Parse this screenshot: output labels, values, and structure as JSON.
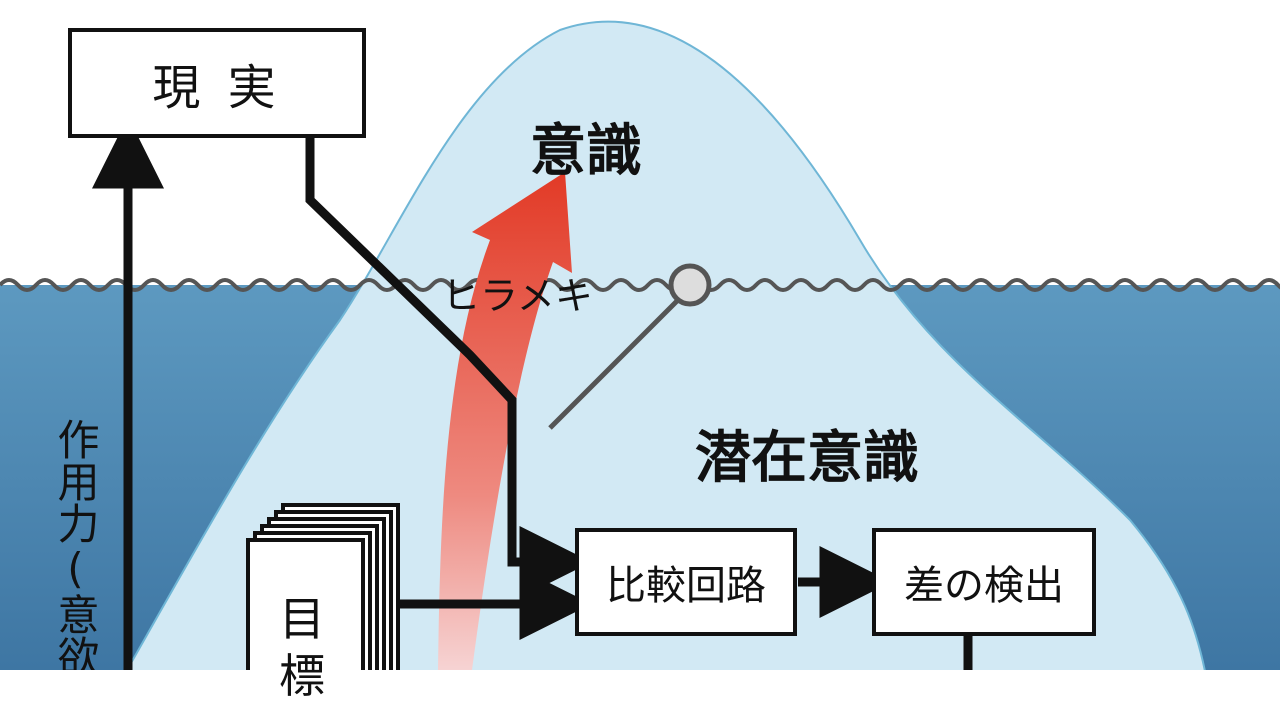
{
  "diagram": {
    "reality_label": "現 実",
    "consciousness_label": "意識",
    "subconscious_label": "潜在意識",
    "inspiration_label": "ヒラメキ",
    "comparison_circuit_label": "比較回路",
    "difference_detection_label": "差の検出",
    "goal_label_line1": "目",
    "goal_label_line2": "標",
    "force_label": "作用力(意欲"
  },
  "colors": {
    "iceberg_fill": "#d2e9f4",
    "iceberg_stroke": "#6fb6d6",
    "water_top": "#5d99c0",
    "water_bottom": "#3e76a3",
    "wave_line": "#555555",
    "inspiration_arrow": "#e23a26",
    "line": "#111111"
  },
  "icons": {
    "float_marker": "float-circle-icon"
  }
}
